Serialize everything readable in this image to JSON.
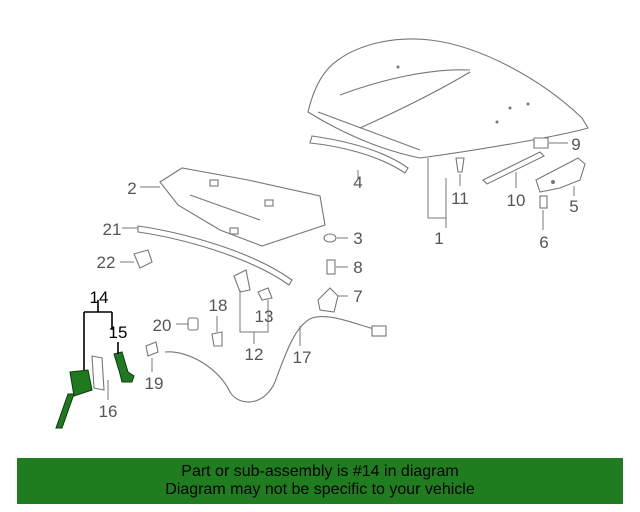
{
  "diagram": {
    "callouts": [
      "1",
      "2",
      "3",
      "4",
      "5",
      "6",
      "7",
      "8",
      "9",
      "10",
      "11",
      "12",
      "13",
      "14",
      "15",
      "16",
      "17",
      "18",
      "19",
      "20",
      "21",
      "22"
    ],
    "highlighted_parts": [
      "14",
      "15"
    ],
    "highlight_color": "#1f7d1f"
  },
  "banner": {
    "line1": "Part or sub-assembly is #14 in diagram",
    "line2": "Diagram may not be specific to your vehicle"
  }
}
